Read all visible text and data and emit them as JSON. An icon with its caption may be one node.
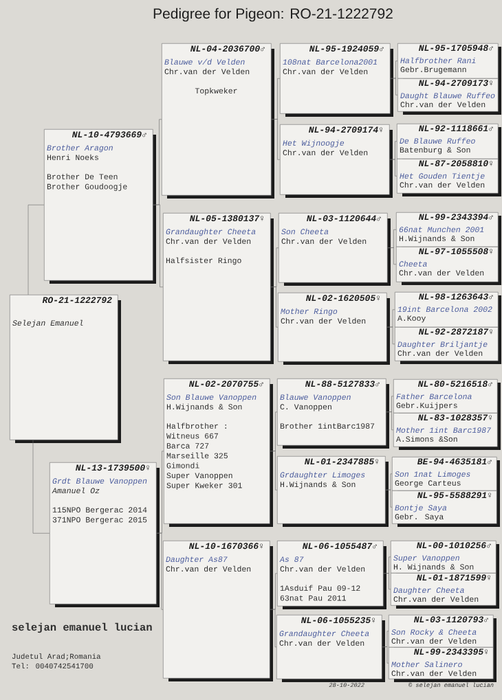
{
  "diagram": {
    "title": "Pedigree for Pigeon: RO-21-1222792",
    "nodes": [
      {
        "text": [
          "RO-21-1222792",
          "Selejan Emanuel"
        ]
      },
      {
        "text": [
          "NL-10-4793669♂",
          "Brother Aragon",
          "Henri Noeks",
          "Brother De Teen",
          "Brother Goudoogje"
        ]
      },
      {
        "text": [
          "NL-13-1739500♀",
          "Grdt Blauwe Vanoppen",
          "Amanuel Oz",
          "115NPO Bergerac 2014",
          "371NPO Bergerac 2015"
        ]
      },
      {
        "text": [
          "NL-04-2036700♂",
          "Blauwe v/d Velden",
          "Chr.van der Velden",
          "Topkweker"
        ]
      },
      {
        "text": [
          "NL-05-1380137♀",
          "Grandaughter Cheeta",
          "Chr.van der Velden",
          "Halfsister Ringo"
        ]
      },
      {
        "text": [
          "NL-02-2070755♂",
          "Son Blauwe Vanoppen",
          "H.Wijnands & Son",
          "Halfbrother :",
          "Witneus 667",
          "Barca 727",
          "Marseille 325",
          "Gimondi",
          "Super Vanoppen",
          "Super Kweker 301"
        ]
      },
      {
        "text": [
          "NL-10-1670366♀",
          "Daughter As87",
          "Chr.van der Velden"
        ]
      },
      {
        "text": [
          "NL-95-1924059♂",
          "108nat Barcelona2001",
          "Chr.van der Velden"
        ]
      },
      {
        "text": [
          "NL-94-2709174♀",
          "Het Wijnoogje",
          "Chr.van der Velden"
        ]
      },
      {
        "text": [
          "NL-03-1120644♂",
          "Son Cheeta",
          "Chr.van der Velden"
        ]
      },
      {
        "text": [
          "NL-02-1620505♀",
          "Mother Ringo",
          "Chr.van der Velden"
        ]
      },
      {
        "text": [
          "NL-88-5127833♂",
          "Blauwe Vanoppen",
          "C. Vanoppen",
          "Brother 1intBarc1987"
        ]
      },
      {
        "text": [
          "NL-01-2347885♀",
          "Grdaughter Limoges",
          "H.Wijnands & Son"
        ]
      },
      {
        "text": [
          "NL-06-1055487♂",
          "As 87",
          "Chr.van der Velden",
          "1Asduif Pau 09-12",
          "63nat Pau 2011"
        ]
      },
      {
        "text": [
          "NL-06-1055235♀",
          "Grandaughter Cheeta",
          "Chr.van der Velden"
        ]
      },
      {
        "text": [
          "NL-95-1705948♂",
          "Halfbrother Rani",
          "Gebr.Brugemann"
        ]
      },
      {
        "text": [
          "NL-94-2709173♀",
          "Daught Blauwe Ruffeo",
          "Chr.van der Velden"
        ]
      },
      {
        "text": [
          "NL-92-1118661♂",
          "De Blauwe Ruffeo",
          "Batenburg & Son"
        ]
      },
      {
        "text": [
          "NL-87-2058810♀",
          "Het Gouden Tientje",
          "Chr.van der Velden"
        ]
      },
      {
        "text": [
          "NL-99-2343394♂",
          "66nat Munchen 2001",
          "H.Wijnands & Son"
        ]
      },
      {
        "text": [
          "NL-97-1055508♀",
          "Cheeta",
          "Chr.van der Velden"
        ]
      },
      {
        "text": [
          "NL-98-1263643♂",
          "19int Barcelona 2002",
          "A.Kooy"
        ]
      },
      {
        "text": [
          "NL-92-2872187♀",
          "Daughter Briljantje",
          "Chr.van der Velden"
        ]
      },
      {
        "text": [
          "NL-80-5216518♂",
          "Father Barcelona",
          "Gebr.Kuijpers"
        ]
      },
      {
        "text": [
          "NL-83-1028357♀",
          "Mother 1int Barc1987",
          "A.Simons &Son"
        ]
      },
      {
        "text": [
          "BE-94-4635181♂",
          "Son 1nat Limoges",
          "George Carteus"
        ]
      },
      {
        "text": [
          "NL-95-5588291♀",
          "Bontje Saya",
          "Gebr. Saya"
        ]
      },
      {
        "text": [
          "NL-00-1010256♂",
          "Super Vanoppen",
          "H. Wijnands & Son"
        ]
      },
      {
        "text": [
          "NL-01-1871599♀",
          "Daughter Cheeta",
          "Chr.van der Velden"
        ]
      },
      {
        "text": [
          "NL-03-1120793♂",
          "Son Rocky & Cheeta",
          "Chr.van der Velden"
        ]
      },
      {
        "text": [
          "NL-99-2343395♀",
          "Mother Salinero",
          "Chr.van der Velden"
        ]
      }
    ],
    "edges": [
      {
        "from": 0,
        "to": 1,
        "arrow": "none"
      },
      {
        "from": 0,
        "to": 2,
        "arrow": "none"
      },
      {
        "from": 1,
        "to": 3,
        "arrow": "none"
      },
      {
        "from": 1,
        "to": 4,
        "arrow": "none"
      },
      {
        "from": 2,
        "to": 5,
        "arrow": "none"
      },
      {
        "from": 2,
        "to": 6,
        "arrow": "none"
      },
      {
        "from": 3,
        "to": 7,
        "arrow": "none"
      },
      {
        "from": 3,
        "to": 8,
        "arrow": "none"
      },
      {
        "from": 4,
        "to": 9,
        "arrow": "none"
      },
      {
        "from": 4,
        "to": 10,
        "arrow": "none"
      },
      {
        "from": 5,
        "to": 11,
        "arrow": "none"
      },
      {
        "from": 5,
        "to": 12,
        "arrow": "none"
      },
      {
        "from": 6,
        "to": 13,
        "arrow": "none"
      },
      {
        "from": 6,
        "to": 14,
        "arrow": "none"
      },
      {
        "from": 7,
        "to": 15,
        "arrow": "none"
      },
      {
        "from": 7,
        "to": 16,
        "arrow": "none"
      },
      {
        "from": 8,
        "to": 17,
        "arrow": "none"
      },
      {
        "from": 8,
        "to": 18,
        "arrow": "none"
      },
      {
        "from": 9,
        "to": 19,
        "arrow": "none"
      },
      {
        "from": 9,
        "to": 20,
        "arrow": "none"
      },
      {
        "from": 10,
        "to": 21,
        "arrow": "none"
      },
      {
        "from": 10,
        "to": 22,
        "arrow": "none"
      },
      {
        "from": 11,
        "to": 23,
        "arrow": "none"
      },
      {
        "from": 11,
        "to": 24,
        "arrow": "none"
      },
      {
        "from": 12,
        "to": 25,
        "arrow": "none"
      },
      {
        "from": 12,
        "to": 26,
        "arrow": "none"
      },
      {
        "from": 13,
        "to": 27,
        "arrow": "none"
      },
      {
        "from": 13,
        "to": 28,
        "arrow": "none"
      },
      {
        "from": 14,
        "to": 29,
        "arrow": "none"
      },
      {
        "from": 14,
        "to": 30,
        "arrow": "none"
      }
    ],
    "labels": [
      "selejan emanuel lucian",
      "Judetul Arad;Romania",
      "Tel: 0040742541700",
      "28-10-2022",
      "© selejan emanuel lucian"
    ]
  }
}
